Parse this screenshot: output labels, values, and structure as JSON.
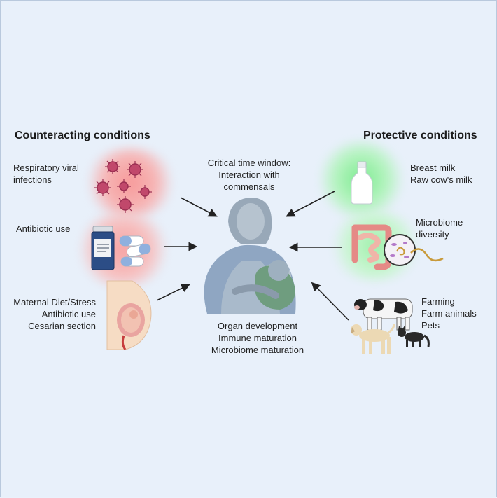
{
  "headings": {
    "counteracting": "Counteracting conditions",
    "protective": "Protective conditions"
  },
  "left": {
    "viral": [
      "Respiratory viral",
      "infections"
    ],
    "antibiotic": [
      "Antibiotic use"
    ],
    "maternal": [
      "Maternal Diet/Stress",
      "Antibiotic use",
      "Cesarian section"
    ]
  },
  "center": {
    "top": [
      "Critical time window:",
      "Interaction with",
      "commensals"
    ],
    "bottom": [
      "Organ development",
      "Immune maturation",
      "Microbiome maturation"
    ]
  },
  "right": {
    "milk": [
      "Breast milk",
      "Raw cow's milk"
    ],
    "microbiome": [
      "Microbiome",
      "diversity"
    ],
    "farming": [
      "Farming",
      "Farm animals",
      "Pets"
    ]
  },
  "colors": {
    "background": "#e8f0fa",
    "counteracting_glow": "#f26d6d",
    "protective_glow": "#5fe07a",
    "arrow": "#222222",
    "mother": "#9fb0c2",
    "infant": "#7fa88f"
  },
  "icons": {
    "virus": "virus-icon",
    "pills": "pill-bottle-icon",
    "pregnancy": "pregnant-belly-icon",
    "milk": "milk-bottle-icon",
    "gut": "intestine-icon",
    "cow": "cow-icon",
    "dog": "dog-icon",
    "cat": "cat-icon",
    "mother": "breastfeeding-mother-icon"
  }
}
